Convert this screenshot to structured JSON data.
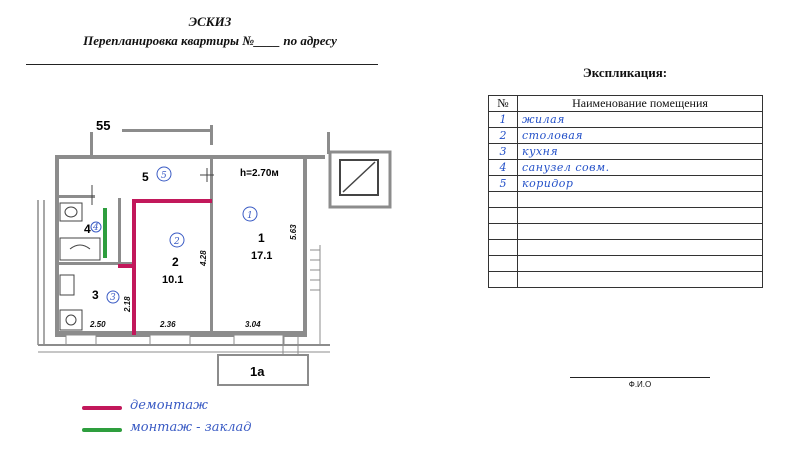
{
  "header": {
    "title": "ЭСКИЗ",
    "subtitle": "Перепланировка квартиры №____ по адресу"
  },
  "plan": {
    "building_number": "55",
    "ceiling_height": "h=2.70м",
    "entrance_label": "1а",
    "rooms": [
      {
        "number": "1",
        "area": "17.1",
        "circled": "1"
      },
      {
        "number": "2",
        "area": "10.1",
        "circled": "2"
      },
      {
        "number": "3",
        "circled": "3"
      },
      {
        "number": "4",
        "circled": "4"
      },
      {
        "number": "5",
        "circled": "5"
      }
    ],
    "dimensions": {
      "room1_height": "5.63",
      "room2_height": "4.28",
      "room3_height": "2.18",
      "bottom_room3": "2.50",
      "bottom_room2": "2.36",
      "bottom_room1": "3.04"
    },
    "colors": {
      "wall": "#7a7a7a",
      "demolition": "#c2185b",
      "construction": "#2e9e3e",
      "handwriting": "#3a5bc4"
    }
  },
  "explication": {
    "title": "Экспликация:",
    "col_number": "№",
    "col_name": "Наименование помещения",
    "rows": [
      {
        "number": "1",
        "name": "жилая"
      },
      {
        "number": "2",
        "name": "столовая"
      },
      {
        "number": "3",
        "name": "кухня"
      },
      {
        "number": "4",
        "name": "санузел совм."
      },
      {
        "number": "5",
        "name": "коридор"
      },
      {
        "number": "",
        "name": ""
      },
      {
        "number": "",
        "name": ""
      },
      {
        "number": "",
        "name": ""
      },
      {
        "number": "",
        "name": ""
      },
      {
        "number": "",
        "name": ""
      },
      {
        "number": "",
        "name": ""
      }
    ]
  },
  "signature": {
    "label": "Ф.И.О"
  },
  "legend": [
    {
      "label": "демонтаж",
      "color": "#c2185b"
    },
    {
      "label": "монтаж - заклад",
      "color": "#2e9e3e"
    }
  ]
}
